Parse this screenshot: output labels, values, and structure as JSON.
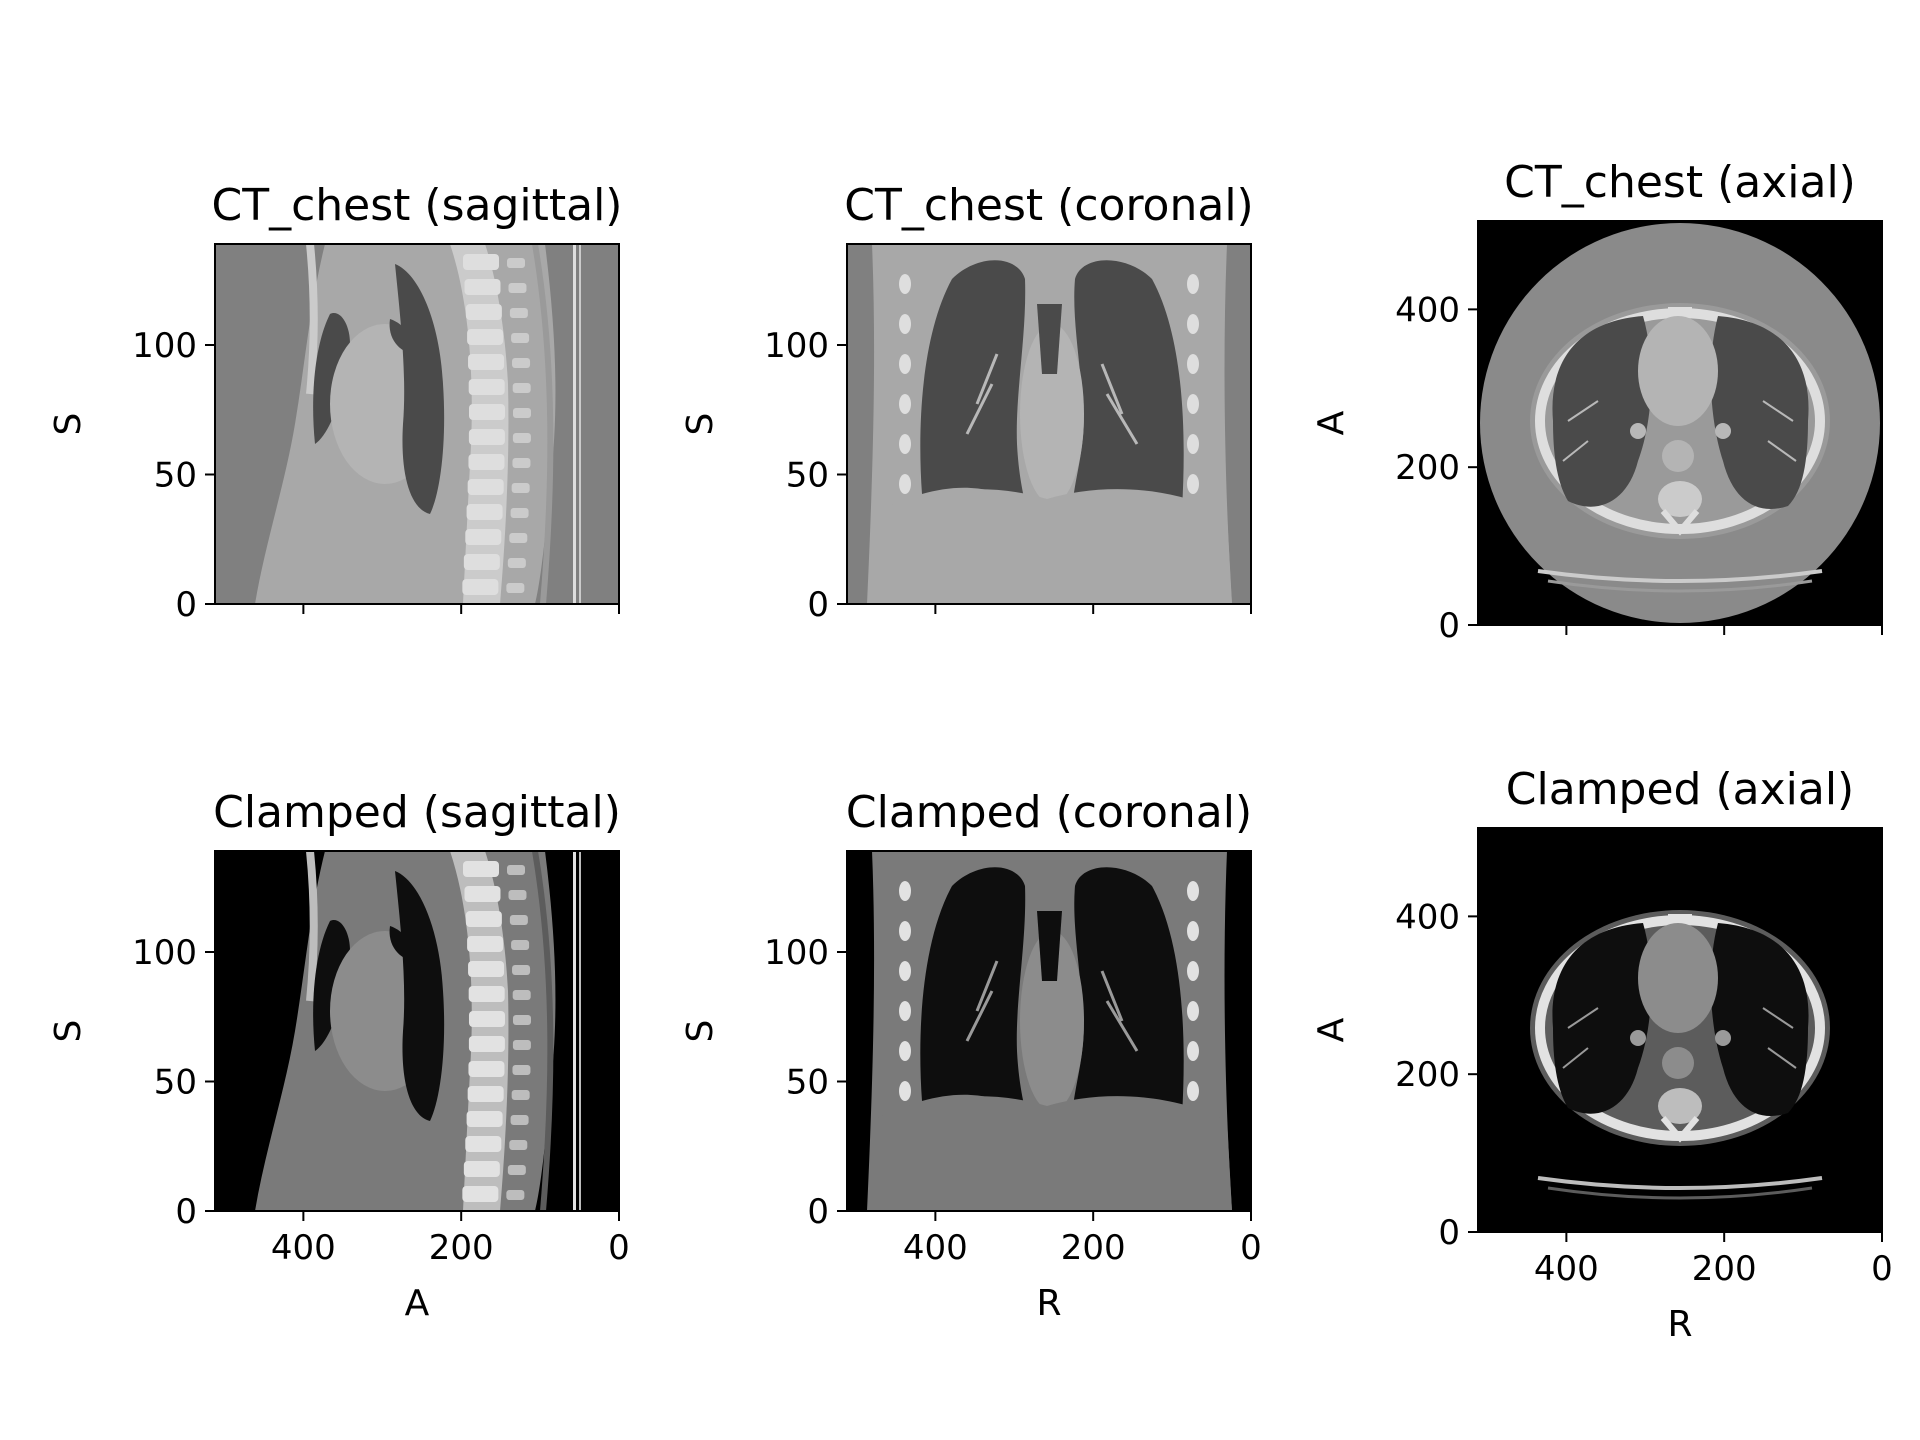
{
  "chart_data": [
    {
      "type": "heatmap",
      "title": "CT_chest (sagittal)",
      "xlabel": "A",
      "ylabel": "S",
      "xlim": [
        512,
        0
      ],
      "ylim": [
        0,
        139
      ],
      "xticks": [
        400,
        200,
        0
      ],
      "yticks": [
        0,
        50,
        100
      ],
      "show_xtick_labels": false,
      "show_xlabel": false,
      "view": "sagittal",
      "windowing": "full-range",
      "background": "#808080"
    },
    {
      "type": "heatmap",
      "title": "CT_chest (coronal)",
      "xlabel": "R",
      "ylabel": "S",
      "xlim": [
        512,
        0
      ],
      "ylim": [
        0,
        139
      ],
      "xticks": [
        400,
        200,
        0
      ],
      "yticks": [
        0,
        50,
        100
      ],
      "show_xtick_labels": false,
      "show_xlabel": false,
      "view": "coronal",
      "windowing": "full-range",
      "background": "#808080"
    },
    {
      "type": "heatmap",
      "title": "CT_chest (axial)",
      "xlabel": "R",
      "ylabel": "A",
      "xlim": [
        512,
        0
      ],
      "ylim": [
        0,
        512
      ],
      "xticks": [
        400,
        200,
        0
      ],
      "yticks": [
        0,
        200,
        400
      ],
      "show_xtick_labels": false,
      "show_xlabel": false,
      "view": "axial",
      "windowing": "full-range",
      "background": "#000000"
    },
    {
      "type": "heatmap",
      "title": "Clamped (sagittal)",
      "xlabel": "A",
      "ylabel": "S",
      "xlim": [
        512,
        0
      ],
      "ylim": [
        0,
        139
      ],
      "xticks": [
        400,
        200,
        0
      ],
      "yticks": [
        0,
        50,
        100
      ],
      "show_xtick_labels": true,
      "show_xlabel": true,
      "view": "sagittal",
      "windowing": "clamped",
      "background": "#000000"
    },
    {
      "type": "heatmap",
      "title": "Clamped (coronal)",
      "xlabel": "R",
      "ylabel": "S",
      "xlim": [
        512,
        0
      ],
      "ylim": [
        0,
        139
      ],
      "xticks": [
        400,
        200,
        0
      ],
      "yticks": [
        0,
        50,
        100
      ],
      "show_xtick_labels": true,
      "show_xlabel": true,
      "view": "coronal",
      "windowing": "clamped",
      "background": "#000000"
    },
    {
      "type": "heatmap",
      "title": "Clamped (axial)",
      "xlabel": "R",
      "ylabel": "A",
      "xlim": [
        512,
        0
      ],
      "ylim": [
        0,
        512
      ],
      "xticks": [
        400,
        200,
        0
      ],
      "yticks": [
        0,
        200,
        400
      ],
      "show_xtick_labels": true,
      "show_xlabel": true,
      "view": "axial",
      "windowing": "clamped",
      "background": "#000000"
    }
  ]
}
